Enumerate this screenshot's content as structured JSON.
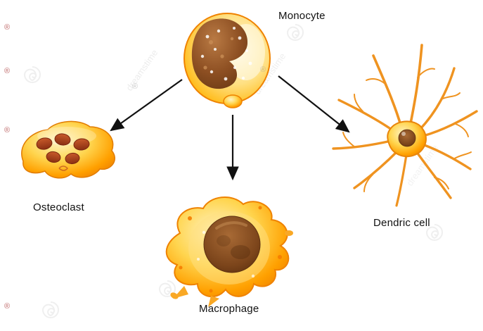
{
  "figure": {
    "background_color": "#ffffff",
    "cells": {
      "monocyte": {
        "label": "Monocyte"
      },
      "osteoclast": {
        "label": "Osteoclast"
      },
      "macrophage": {
        "label": "Macrophage"
      },
      "dendritic_cell": {
        "label": "Dendric cell"
      }
    },
    "arrows": [
      {
        "from": "Monocyte",
        "to": "Osteoclast"
      },
      {
        "from": "Monocyte",
        "to": "Macrophage"
      },
      {
        "from": "Monocyte",
        "to": "Dendric cell"
      }
    ],
    "colors": {
      "cell_body_light": "#ffe082",
      "cell_body": "#ffb300",
      "cell_outline": "#ef8200",
      "nucleus_brown": "#7c451b",
      "osteoclast_nuclei": "#b5431f",
      "arrow_color": "#111111",
      "label_color": "#111111"
    },
    "watermark": {
      "registered_symbol": "®",
      "text": "dreamstime"
    }
  }
}
